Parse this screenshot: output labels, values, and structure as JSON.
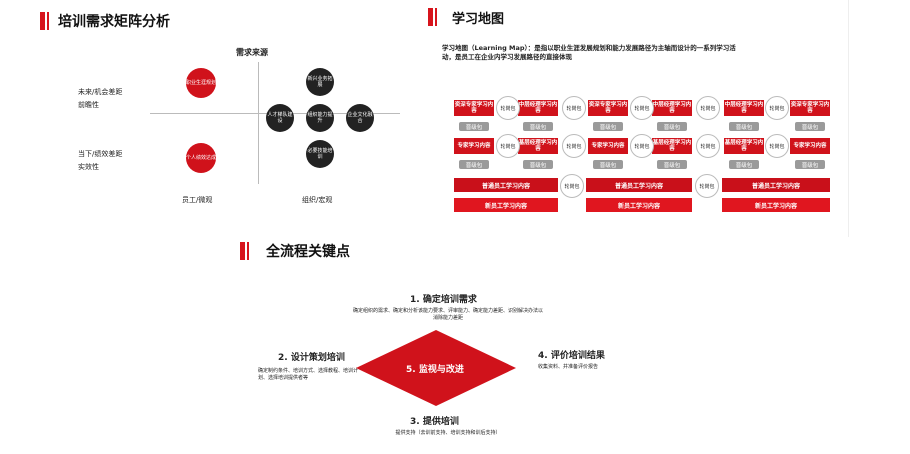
{
  "slide1": {
    "title": "培训需求矩阵分析",
    "source_label": "需求来源",
    "row_future": "未来/机会差距",
    "row_future_sub": "前瞻性",
    "row_current": "当下/绩效差距",
    "row_current_sub": "实效性",
    "col_employee": "员工/微观",
    "col_org": "组织/宏观",
    "c_career": "职业生涯规划",
    "c_personal": "个人绩效达成",
    "c_newbiz": "新兴业务拓展",
    "c_talent": "人才梯队建设",
    "c_orgcap": "组织能力提升",
    "c_culture": "企业文化融合",
    "c_must": "必要技能培训"
  },
  "slide2": {
    "title": "学习地图",
    "desc": "学习地图（Learning Map）：是指以职业生涯发展规划和能力发展路径为主轴而设计的一系列学习活动，是员工在企业内学习发展路径的直接体现",
    "r1": [
      "资深专家学习内容",
      "中层经理学习内容",
      "资深专家学习内容",
      "中层经理学习内容",
      "中层经理学习内容",
      "资深专家学习内容"
    ],
    "r2": [
      "专家学习内容",
      "基层经理学习内容",
      "专家学习内容",
      "基层经理学习内容",
      "基层经理学习内容",
      "专家学习内容"
    ],
    "wheel": "轮岗包",
    "promo": "晋级包",
    "base": "普通员工学习内容",
    "new": "新员工学习内容"
  },
  "slide3": {
    "title": "全流程关键点",
    "s1_title": "1. 确定培训需求",
    "s1_desc": "确定组织的需求、确定和分析该能力要求、评审能力、确定能力差距、识别解决办法以消除能力差距",
    "s2_title": "2. 设计策划培训",
    "s2_desc": "确定制约条件、培训方式、选择教程、培训计划、选择培训提供者等",
    "s3_title": "3. 提供培训",
    "s3_desc": "提供支持（去训前支持、培训支持和训后支持）",
    "s4_title": "4. 评价培训结果",
    "s4_desc": "收集资料、并准备评价报告",
    "s5_title": "5. 监视与改进"
  }
}
